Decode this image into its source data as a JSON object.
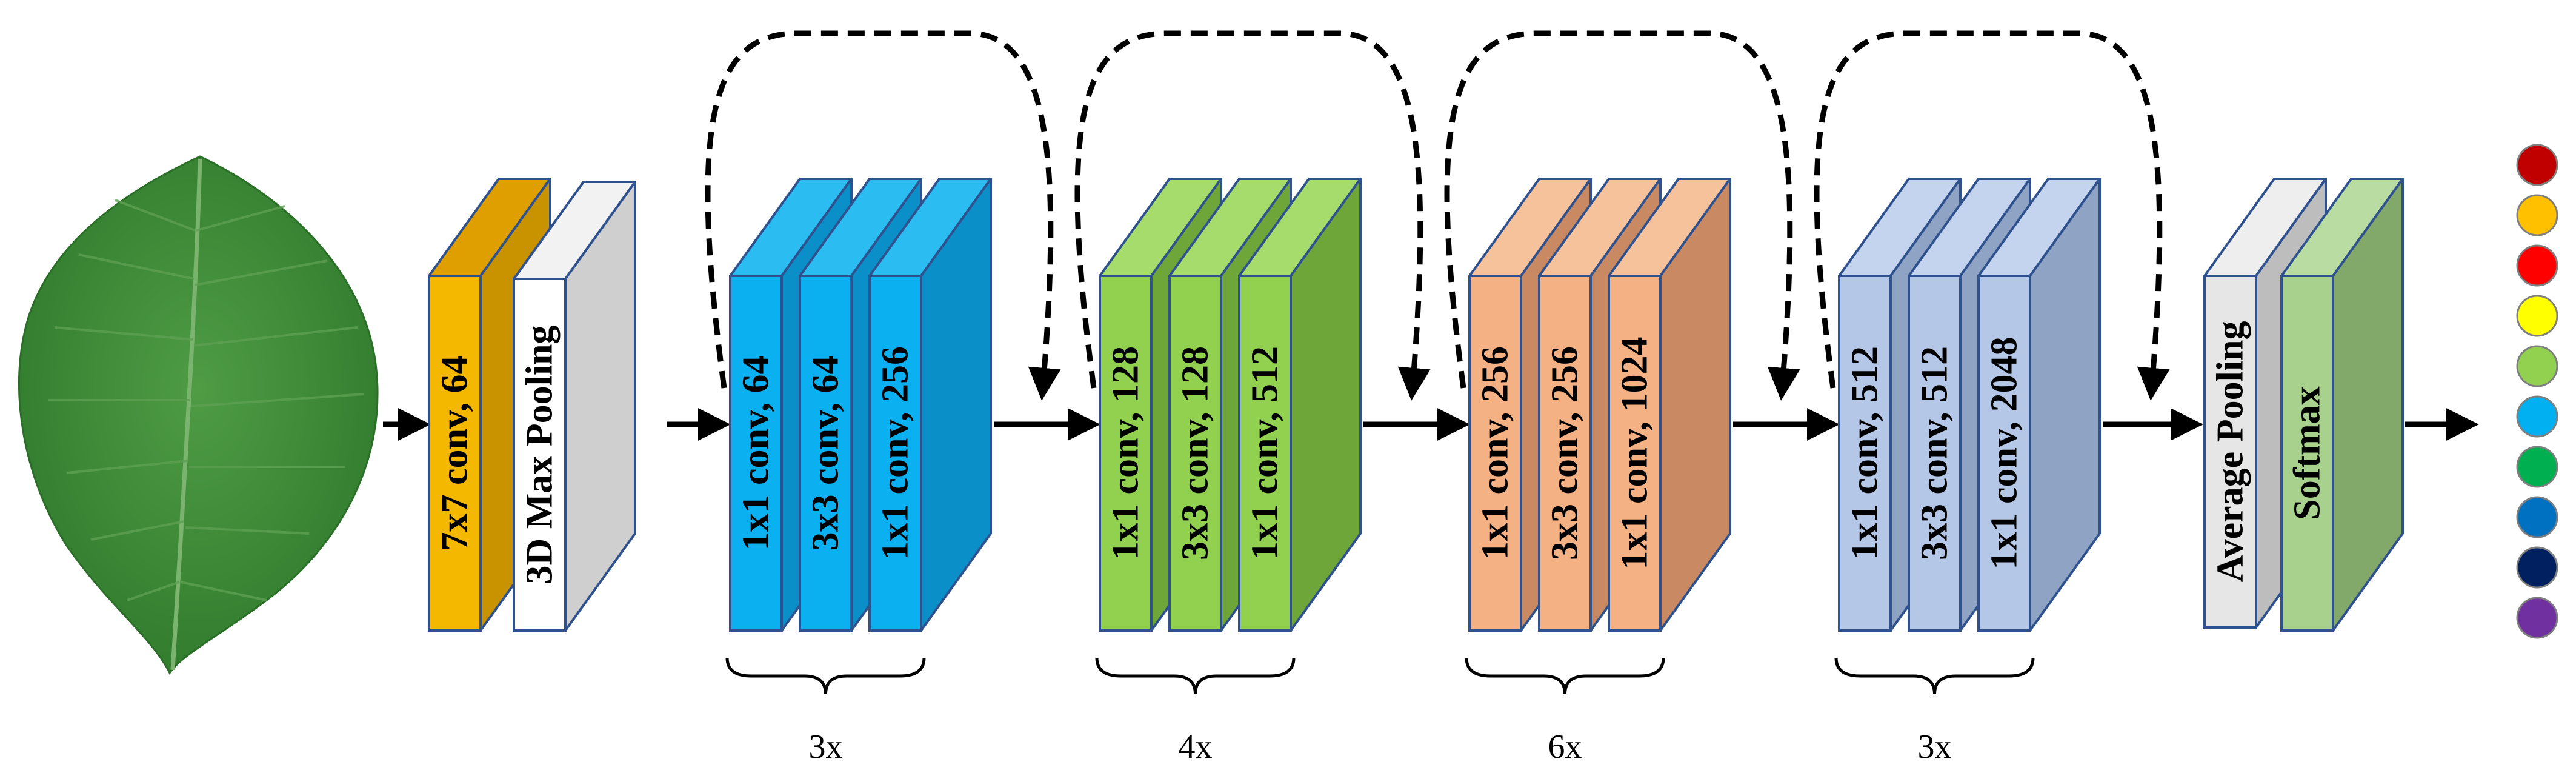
{
  "input": {
    "name": "leaf-image",
    "color": "#3f8f3a"
  },
  "stem": [
    {
      "name": "conv7x7",
      "label": "7x7 conv, 64",
      "front": "#f5b800",
      "top": "#e09f00",
      "side": "#c99300"
    },
    {
      "name": "maxpool",
      "label": "3D Max Pooling",
      "front": "#ffffff",
      "top": "#f2f2f2",
      "side": "#cfcfcf"
    }
  ],
  "stages": [
    {
      "repeat": "3x",
      "front": "#0bb0f0",
      "top": "#2bbdf2",
      "side": "#0a8fc8",
      "layers": [
        "1x1 conv, 64",
        "3x3 conv, 64",
        "1x1 conv, 256"
      ]
    },
    {
      "repeat": "4x",
      "front": "#92d050",
      "top": "#a6dc6c",
      "side": "#6fa63a",
      "layers": [
        "1x1 conv, 128",
        "3x3 conv, 128",
        "1x1 conv, 512"
      ]
    },
    {
      "repeat": "6x",
      "front": "#f4b183",
      "top": "#f6c29c",
      "side": "#c98a63",
      "layers": [
        "1x1 conv, 256",
        "3x3 conv, 256",
        "1x1 conv, 1024"
      ]
    },
    {
      "repeat": "3x",
      "front": "#b4c7e7",
      "top": "#c5d4ee",
      "side": "#8fa3c4",
      "layers": [
        "1x1 conv, 512",
        "3x3 conv, 512",
        "1x1 conv, 2048"
      ]
    }
  ],
  "head": [
    {
      "name": "avgpool",
      "label": "Average Pooling",
      "front": "#e6e6e6",
      "top": "#eeeeee",
      "side": "#bdbdbd"
    },
    {
      "name": "softmax",
      "label": "Softmax",
      "front": "#a9d18e",
      "top": "#b9dca2",
      "side": "#82a86a"
    }
  ],
  "outputs": [
    "#c00000",
    "#ffc000",
    "#ff0000",
    "#ffff00",
    "#92d050",
    "#00b0f0",
    "#00b050",
    "#0070c0",
    "#002060",
    "#7030a0"
  ]
}
